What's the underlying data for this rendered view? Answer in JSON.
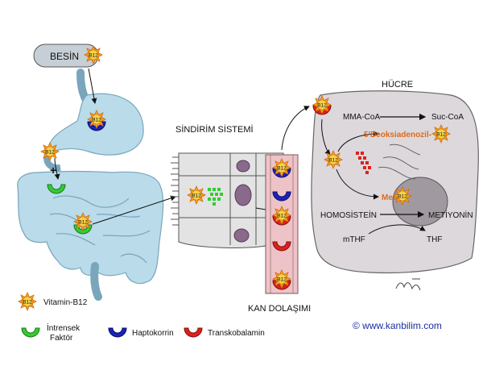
{
  "labels": {
    "besin": "BESİN",
    "sindirim": "SİNDİRİM SİSTEMİ",
    "kan": "KAN DOLAŞIMI",
    "hucre": "HÜCRE",
    "mma": "MMA-CoA",
    "suc": "Suc-CoA",
    "deoks": "5'Deoksiadenozil-",
    "metil": "Metil-",
    "homo": "HOMOSİSTEİN",
    "metiyonin": "METİYONİN",
    "mthf": "mTHF",
    "thf": "THF",
    "plus": "+",
    "b12": "B12"
  },
  "legend": {
    "vitamin": "Vitamin-B12",
    "intrensek_1": "İntrensek",
    "intrensek_2": "Faktör",
    "hapto": "Haptokorrin",
    "trans": "Transkobalamin"
  },
  "credit": "© www.kanbilim.com",
  "colors": {
    "star": "#f2a21a",
    "star_center": "#f6d24a",
    "intrinsic_factor": "#33cc33",
    "haptocorrin": "#1a22b8",
    "transcobalamin": "#e0201a",
    "gut": "#b9dbea",
    "cell": "#dcd8dc",
    "vessel": "#eec3c8",
    "metabolite_orange": "#e06a1a"
  }
}
